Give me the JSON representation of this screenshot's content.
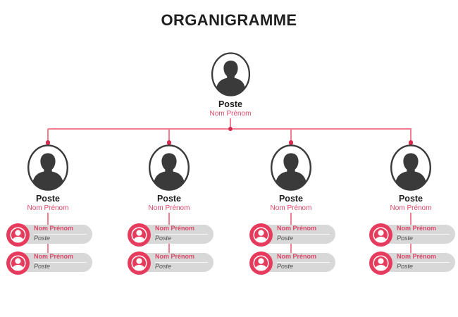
{
  "title": "ORGANIGRAMME",
  "root": {
    "poste": "Poste",
    "name": "Nom Prénom"
  },
  "branches": [
    {
      "poste": "Poste",
      "name": "Nom Prénom",
      "members": [
        {
          "name": "Nom Prénom",
          "poste": "Poste"
        },
        {
          "name": "Nom Prénom",
          "poste": "Poste"
        }
      ]
    },
    {
      "poste": "Poste",
      "name": "Nom Prénom",
      "members": [
        {
          "name": "Nom Prénom",
          "poste": "Poste"
        },
        {
          "name": "Nom Prénom",
          "poste": "Poste"
        }
      ]
    },
    {
      "poste": "Poste",
      "name": "Nom Prénom",
      "members": [
        {
          "name": "Nom Prénom",
          "poste": "Poste"
        },
        {
          "name": "Nom Prénom",
          "poste": "Poste"
        }
      ]
    },
    {
      "poste": "Poste",
      "name": "Nom Prénom",
      "members": [
        {
          "name": "Nom Prénom",
          "poste": "Poste"
        },
        {
          "name": "Nom Prénom",
          "poste": "Poste"
        }
      ]
    }
  ],
  "colors": {
    "accent": "#e63b5c",
    "connector": "#f2808f",
    "dot": "#d92b50",
    "pill_bg": "#d8d8d8",
    "silhouette": "#3a3a3a",
    "name_text": "#dc4768",
    "title_text": "#1f1f1f"
  },
  "icons": {
    "avatar": "person-silhouette-icon",
    "member_badge": "person-badge-icon"
  }
}
